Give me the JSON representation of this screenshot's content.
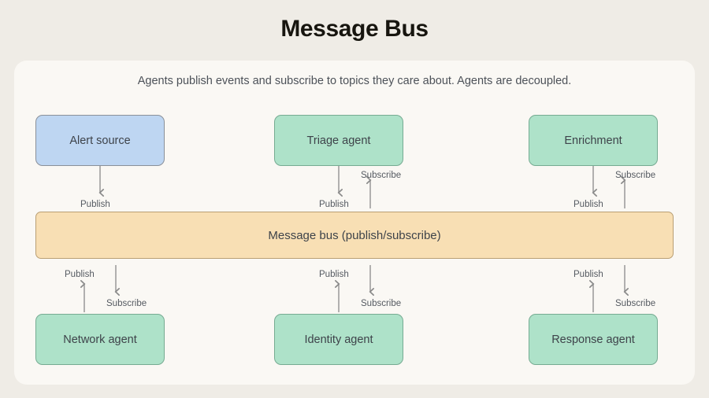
{
  "page": {
    "title": "Message Bus",
    "background_color": "#efece6",
    "card_color": "#faf8f4"
  },
  "diagram": {
    "subtitle": "Agents publish events and subscribe to topics they care about. Agents are decoupled.",
    "type": "flow-diagram",
    "colors": {
      "source_fill": "#bed6f2",
      "source_stroke": "#8a9099",
      "agent_fill": "#aee2c9",
      "agent_stroke": "#76ab92",
      "bus_fill": "#f8dfb4",
      "bus_stroke": "#b99f74",
      "edge_stroke": "#8a8a8a",
      "text": "#3e434a"
    },
    "bus": {
      "label": "Message bus (publish/subscribe)"
    },
    "top_nodes": [
      {
        "label": "Alert source",
        "kind": "source",
        "publishes": true,
        "subscribes": false
      },
      {
        "label": "Triage agent",
        "kind": "agent",
        "publishes": true,
        "subscribes": true
      },
      {
        "label": "Enrichment",
        "kind": "agent",
        "publishes": true,
        "subscribes": true
      }
    ],
    "bottom_nodes": [
      {
        "label": "Network agent",
        "kind": "agent",
        "publishes": true,
        "subscribes": true
      },
      {
        "label": "Identity agent",
        "kind": "agent",
        "publishes": true,
        "subscribes": true
      },
      {
        "label": "Response agent",
        "kind": "agent",
        "publishes": true,
        "subscribes": true
      }
    ],
    "edge_labels": {
      "publish": "Publish",
      "subscribe": "Subscribe"
    }
  }
}
